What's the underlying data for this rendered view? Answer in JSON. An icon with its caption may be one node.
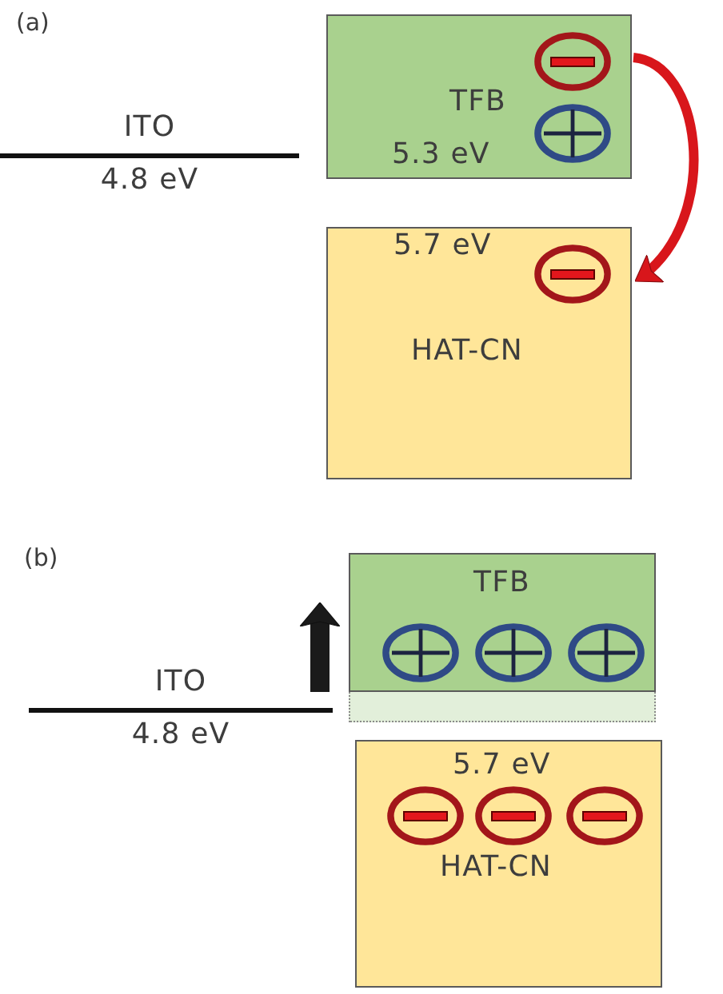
{
  "diagram": {
    "nodes": [
      {
        "text": [
          "TFB",
          "5.3 eV"
        ]
      },
      {
        "text": [
          "ITO",
          "4.8 eV"
        ]
      },
      {
        "text": [
          "5.7 eV",
          "HAT-CN"
        ]
      },
      {
        "text": [
          "TFB"
        ]
      },
      {
        "text": [
          "ITO",
          "4.8 eV"
        ]
      },
      {
        "text": [],
        "shape": "box"
      },
      {
        "text": [
          "5.7 eV",
          "HAT-CN"
        ]
      }
    ],
    "edges": [
      {
        "from": 0,
        "to": 2,
        "arrow": "to",
        "color": "#d8161b"
      },
      {
        "from": 4,
        "to": 3,
        "arrow": "to",
        "color": "#1a1a1a"
      }
    ],
    "labels": [
      "(a)",
      "(b)"
    ]
  }
}
